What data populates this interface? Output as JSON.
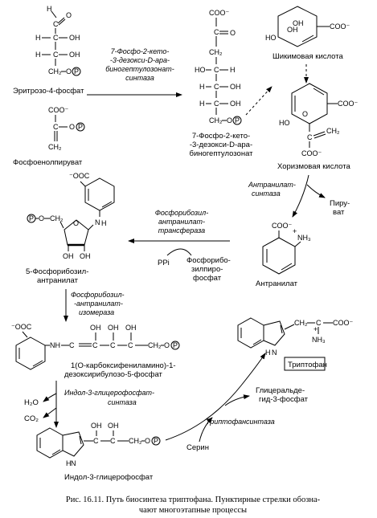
{
  "compounds": {
    "e4p": "Эритрозо-4-фосфат",
    "pep": "Фосфоенолпируват",
    "dahp": [
      "7-Фосфо-2-кето-",
      "-3-дезокси-D-ара-",
      "биногептулозонат"
    ],
    "shikimate": "Шикимовая кислота",
    "chorismate": "Хоризмовая кислота",
    "anthranilate": "Антранилат",
    "pyruvate": [
      "Пиру-",
      "ват"
    ],
    "prpp": [
      "Фосфорибо-",
      "зилпиро-",
      "фосфат"
    ],
    "ppi": "PPi",
    "pra": [
      "5-Фосфорибозил-",
      "антранилат"
    ],
    "cdrp": [
      "1(О-карбоксифениламино)-1-",
      "дезоксирибулозо-5-фосфат"
    ],
    "igp": "Индол-3-глицерофосфат",
    "water": "H₂O",
    "co2": "CO₂",
    "g3p": [
      "Глицеральде-",
      "гид-3-фосфат"
    ],
    "serine": "Серин",
    "tryptophan": "Триптофан"
  },
  "enzymes": {
    "dahp_synthase": [
      "7-Фосфо-2-кето-",
      "-3-дезокси-D-ара-",
      "биногептулозонат-",
      "синтаза"
    ],
    "anthranilate_synthase": [
      "Антранилат-",
      "синтаза"
    ],
    "pr_transferase": [
      "Фосфорибозил-",
      "антранилат-",
      "трансфераза"
    ],
    "pra_isomerase": [
      "Фосфорибозил-",
      "-антранилат-",
      "изомераза"
    ],
    "igp_synthase": [
      "Индол-3-глицерофосфат-",
      "синтаза"
    ],
    "trp_synthase": "Триптофансинтаза"
  },
  "atoms": {
    "H": "H",
    "O": "O",
    "OH": "OH",
    "HO": "HO",
    "N": "N",
    "NH": "NH",
    "NH3": "NH₃",
    "C": "C",
    "CH2": "CH₂",
    "COO": "COO",
    "COOm": "COO⁻",
    "mOOC": "⁻OOC",
    "P": "P",
    "plus": "+",
    "minus": "-"
  },
  "caption": [
    "Рис. 16.11. Путь биосинтеза триптофана. Пунктирные стрелки обозна-",
    "чают многоэтапные процессы"
  ]
}
